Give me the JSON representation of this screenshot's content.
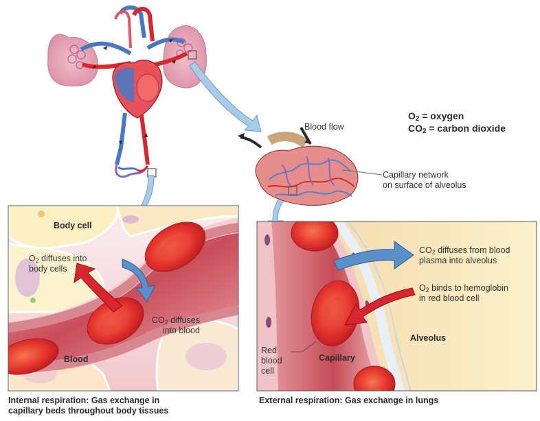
{
  "legend": {
    "o2_symbol": "O",
    "o2_sub": "2",
    "o2_def": " = oxygen",
    "co2_symbol": "CO",
    "co2_sub": "2",
    "co2_def": " = carbon dioxide"
  },
  "labels": {
    "blood_flow": "Blood flow",
    "capillary_network_1": "Capillary network",
    "capillary_network_2": "on surface of alveolus",
    "body_cell": "Body cell",
    "o2_diffuses_1_prefix": "O",
    "o2_diffuses_1_sub": "2",
    "o2_diffuses_1_suffix": " diffuses into",
    "o2_diffuses_2": "body cells",
    "co2_diffuses_1_prefix": "CO",
    "co2_diffuses_1_sub": "2",
    "co2_diffuses_1_suffix": " diffuses",
    "co2_diffuses_2": "into blood",
    "blood": "Blood",
    "co2_from_blood_1_prefix": "CO",
    "co2_from_blood_1_sub": "2",
    "co2_from_blood_1_suffix": " diffuses from blood",
    "co2_from_blood_2": "plasma into alveolus",
    "o2_binds_1_prefix": "O",
    "o2_binds_1_sub": "2",
    "o2_binds_1_suffix": " binds to hemoglobin",
    "o2_binds_2": "in red blood cell",
    "alveolus": "Alveolus",
    "capillary": "Capillary",
    "red_1": "Red",
    "red_2": "blood",
    "red_3": "cell"
  },
  "captions": {
    "internal_1": "Internal respiration: Gas exchange in",
    "internal_2": "capillary beds throughout body tissues",
    "external": "External respiration: Gas exchange in lungs"
  },
  "colors": {
    "oxygenated_blood": "#d8262e",
    "deoxygenated_blood": "#4a78c0",
    "lung_tissue": "#e6a9bd",
    "alveolus_fill": "#f6e6a8",
    "arrow_blue": "#5a8fc8",
    "arrow_red": "#d82530"
  }
}
